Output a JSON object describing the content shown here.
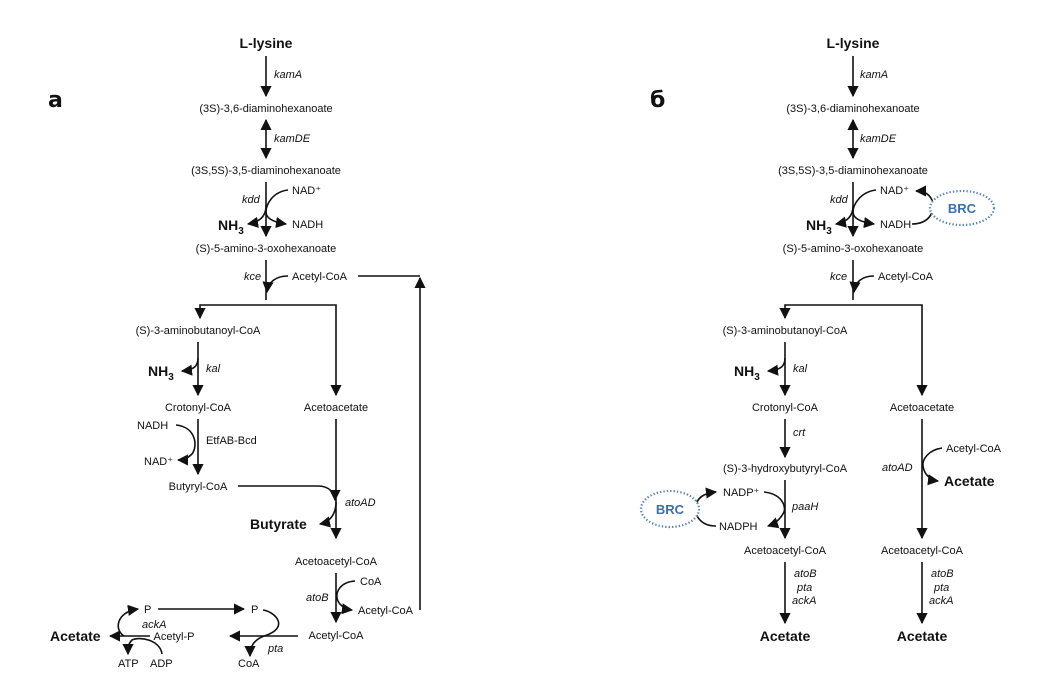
{
  "panel_a": {
    "label": "а",
    "compounds": {
      "lysine": "L-lysine",
      "diamino36": "(3S)-3,6-diaminohexanoate",
      "diamino35": "(3S,5S)-3,5-diaminohexanoate",
      "amino_oxo": "(S)-5-amino-3-oxohexanoate",
      "aminobutanoyl": "(S)-3-aminobutanoyl-CoA",
      "crotonyl": "Crotonyl-CoA",
      "butyryl": "Butyryl-CoA",
      "butyrate": "Butyrate",
      "acetoacetate": "Acetoacetate",
      "acetoacetyl": "Acetoacetyl-CoA",
      "acetyl_coa_main": "Acetyl-CoA",
      "acetyl_p": "Acetyl-P",
      "acetate": "Acetate"
    },
    "enzymes": {
      "kamA": "kamA",
      "kamDE": "kamDE",
      "kdd": "kdd",
      "kce": "kce",
      "kal": "kal",
      "etf": "EtfAB-Bcd",
      "atoAD": "atoAD",
      "atoB": "atoB",
      "pta": "pta",
      "ackA": "ackA"
    },
    "cofactors": {
      "nad_plus_1": "NAD⁺",
      "nadh_1": "NADH",
      "nh3_1": "NH",
      "nh3_1_sub": "3",
      "acetyl_coa_kce": "Acetyl-CoA",
      "nh3_2": "NH",
      "nh3_2_sub": "3",
      "nadh_2": "NADH",
      "nad_plus_2": "NAD⁺",
      "coa_atob": "CoA",
      "acetyl_coa_atob": "Acetyl-CoA",
      "p1": "P",
      "p2": "P",
      "coa_pta": "CoA",
      "atp": "ATP",
      "adp": "ADP"
    }
  },
  "panel_b": {
    "label": "б",
    "compounds": {
      "lysine": "L-lysine",
      "diamino36": "(3S)-3,6-diaminohexanoate",
      "diamino35": "(3S,5S)-3,5-diaminohexanoate",
      "amino_oxo": "(S)-5-amino-3-oxohexanoate",
      "aminobutanoyl": "(S)-3-aminobutanoyl-CoA",
      "crotonyl": "Crotonyl-CoA",
      "hydroxybutyryl": "(S)-3-hydroxybutyryl-CoA",
      "acetoacetyl_left": "Acetoacetyl-CoA",
      "acetate_left": "Acetate",
      "acetoacetate": "Acetoacetate",
      "acetate_mid": "Acetate",
      "acetoacetyl_right": "Acetoacetyl-CoA",
      "acetate_right": "Acetate"
    },
    "enzymes": {
      "kamA": "kamA",
      "kamDE": "kamDE",
      "kdd": "kdd",
      "kce": "kce",
      "kal": "kal",
      "crt": "crt",
      "paaH": "paaH",
      "atoAD": "atoAD",
      "left_atoB": "atoB",
      "left_pta": "pta",
      "left_ackA": "ackA",
      "right_atoB": "atoB",
      "right_pta": "pta",
      "right_ackA": "ackA"
    },
    "cofactors": {
      "nad_plus": "NAD⁺",
      "nadh": "NADH",
      "nh3_1": "NH",
      "nh3_1_sub": "3",
      "acetyl_coa_kce": "Acetyl-CoA",
      "nh3_2": "NH",
      "nh3_2_sub": "3",
      "nadp_plus": "NADP⁺",
      "nadph": "NADPH",
      "acetyl_coa_atoad": "Acetyl-CoA"
    },
    "brc_top": "BRC",
    "brc_bottom": "BRC"
  },
  "colors": {
    "brc_text": "#3a6fb0",
    "brc_border": "#5a86bd",
    "line": "#111111"
  }
}
